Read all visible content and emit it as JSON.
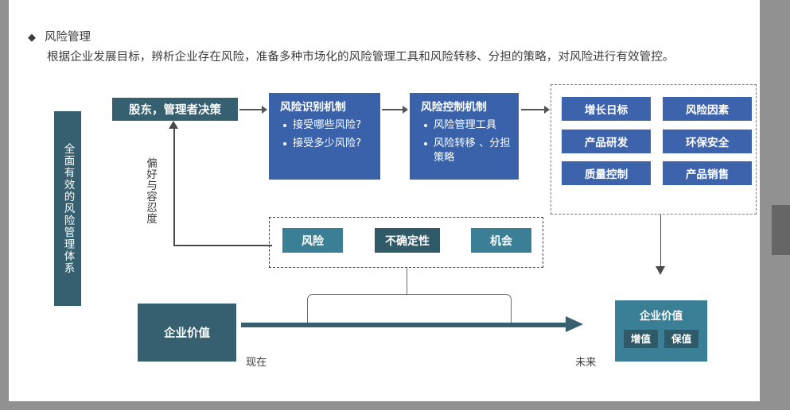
{
  "header": {
    "bullet_icon": "diamond-bullet-icon",
    "title": "风险管理",
    "subtitle": "根据企业发展目标，辨析企业存在风险，准备多种市场化的风险管理工具和风险转移、分担的策略，对风险进行有效管控。"
  },
  "banner": {
    "label": "全面有效的风险管理体系"
  },
  "flow": {
    "shareholder": "股东，管理者决策",
    "identify": {
      "title": "风险识别机制",
      "items": [
        "接受哪些风险?",
        "接受多少风险?"
      ]
    },
    "control": {
      "title": "风险控制机制",
      "items": [
        "风险管理工具",
        "风险转移 、分担策略"
      ]
    },
    "feedback_label": "偏好与容忍度"
  },
  "objectives": {
    "cells": [
      "增长日标",
      "风险因素",
      "产品研发",
      "环保安全",
      "质量控制",
      "产品销售"
    ]
  },
  "middle": {
    "cells": [
      "风险",
      "不确定性",
      "机会"
    ]
  },
  "timeline": {
    "enterprise_value": "企业价值",
    "now": "现在",
    "future": "未来",
    "future_value": {
      "title": "企业价值",
      "chips": [
        "增值",
        "保值"
      ]
    }
  },
  "colors": {
    "blue": "#3a62aa",
    "teal": "#36606f",
    "teal_light": "#3b7f96",
    "teal_dark": "#315a68",
    "page_bg": "#ffffff",
    "frame": "#919191",
    "scroll_thumb": "#666666"
  }
}
